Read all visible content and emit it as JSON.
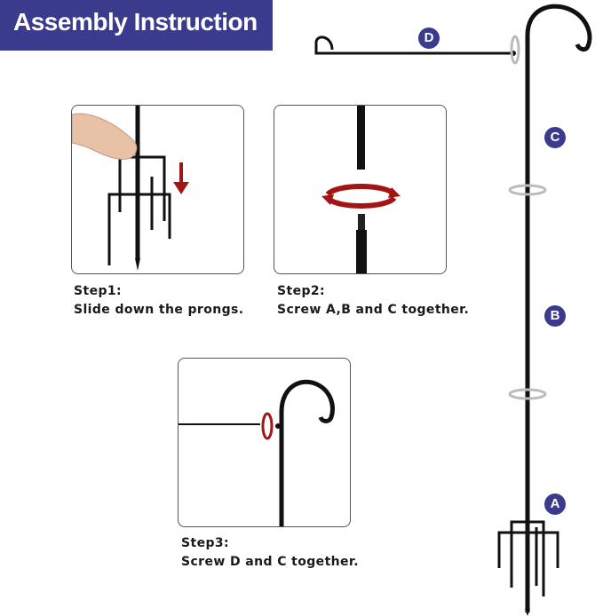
{
  "header": {
    "title": "Assembly Instruction"
  },
  "steps": [
    {
      "title": "Step1:",
      "text": "Slide down the prongs."
    },
    {
      "title": "Step2:",
      "text": "Screw A,B and C together."
    },
    {
      "title": "Step3:",
      "text": "Screw D and C together."
    }
  ],
  "parts": {
    "a": "A",
    "b": "B",
    "c": "C",
    "d": "D"
  },
  "colors": {
    "banner": "#3b3b8e",
    "badge": "#3b3b8e",
    "arrow": "#a31515",
    "pole": "#111111"
  }
}
